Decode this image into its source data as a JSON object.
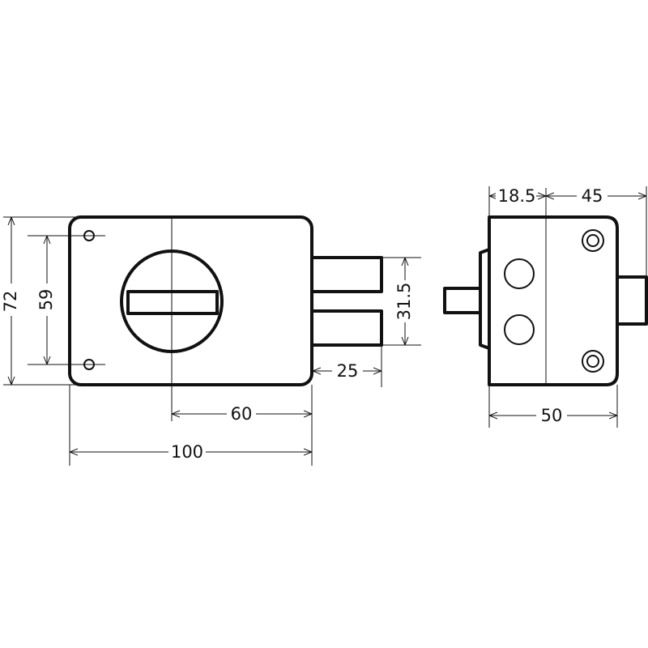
{
  "diagram": {
    "front_view": {
      "overall_width": "100",
      "overall_height": "72",
      "hole_spacing": "59",
      "backset": "60",
      "bolt_projection": "25",
      "bolt_span": "31.5"
    },
    "side_view": {
      "knob_offset": "18.5",
      "right_part": "45",
      "depth": "50"
    }
  }
}
